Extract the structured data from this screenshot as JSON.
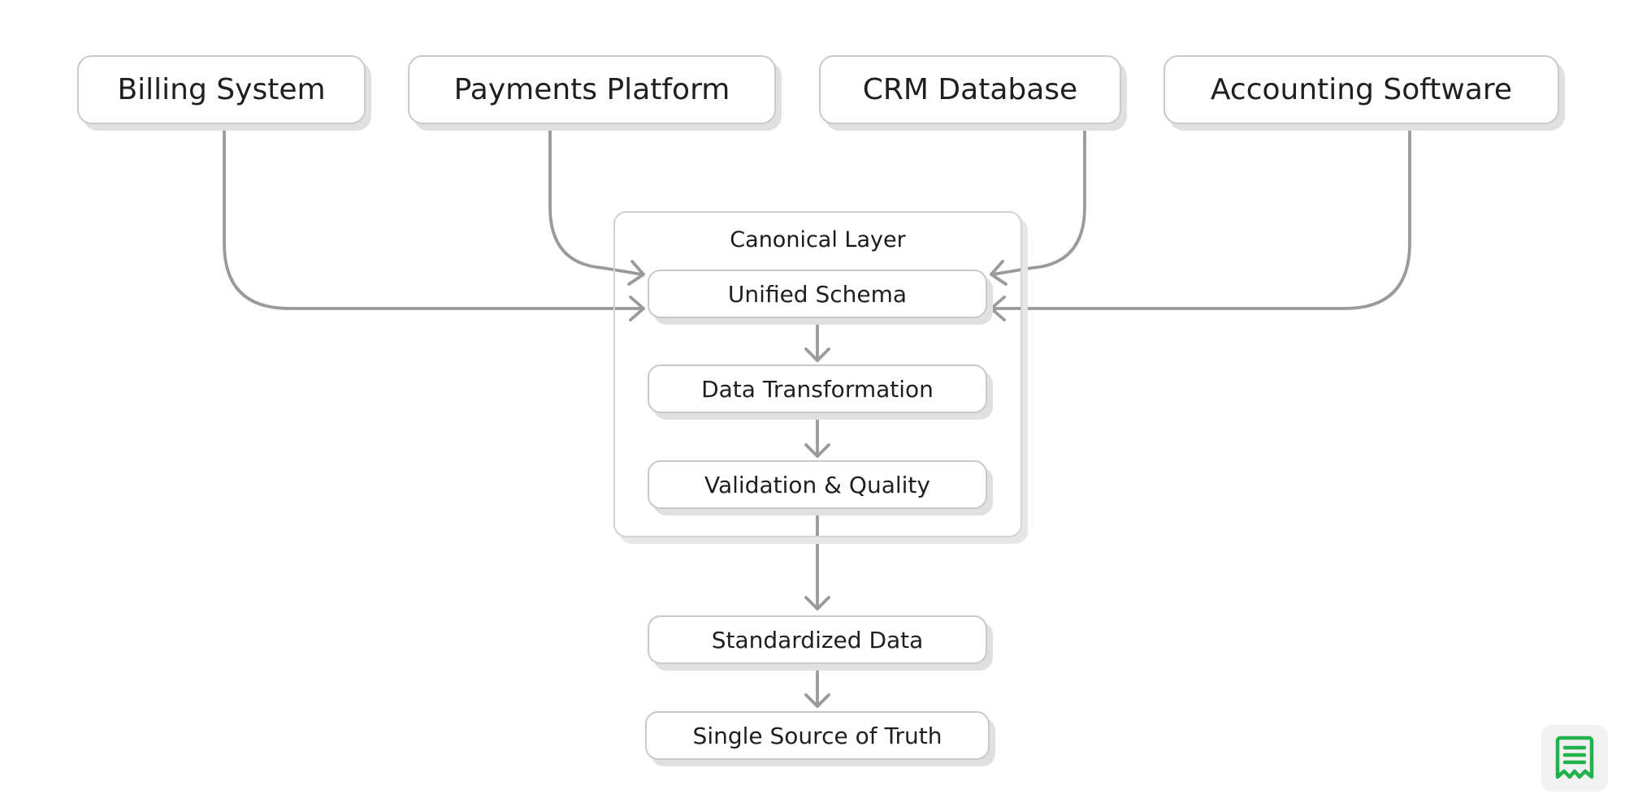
{
  "diagram": {
    "sources": [
      {
        "label": "Billing System"
      },
      {
        "label": "Payments Platform"
      },
      {
        "label": "CRM Database"
      },
      {
        "label": "Accounting Software"
      }
    ],
    "canonical_layer": {
      "title": "Canonical Layer",
      "steps": [
        {
          "label": "Unified Schema"
        },
        {
          "label": "Data Transformation"
        },
        {
          "label": "Validation & Quality"
        }
      ]
    },
    "outputs": [
      {
        "label": "Standardized Data"
      },
      {
        "label": "Single Source of Truth"
      }
    ]
  },
  "colors": {
    "border": "#c9c9c9",
    "connector": "#9a9a9a",
    "badge_accent": "#22b24c"
  },
  "icons": {
    "corner_badge": "receipt-icon"
  }
}
